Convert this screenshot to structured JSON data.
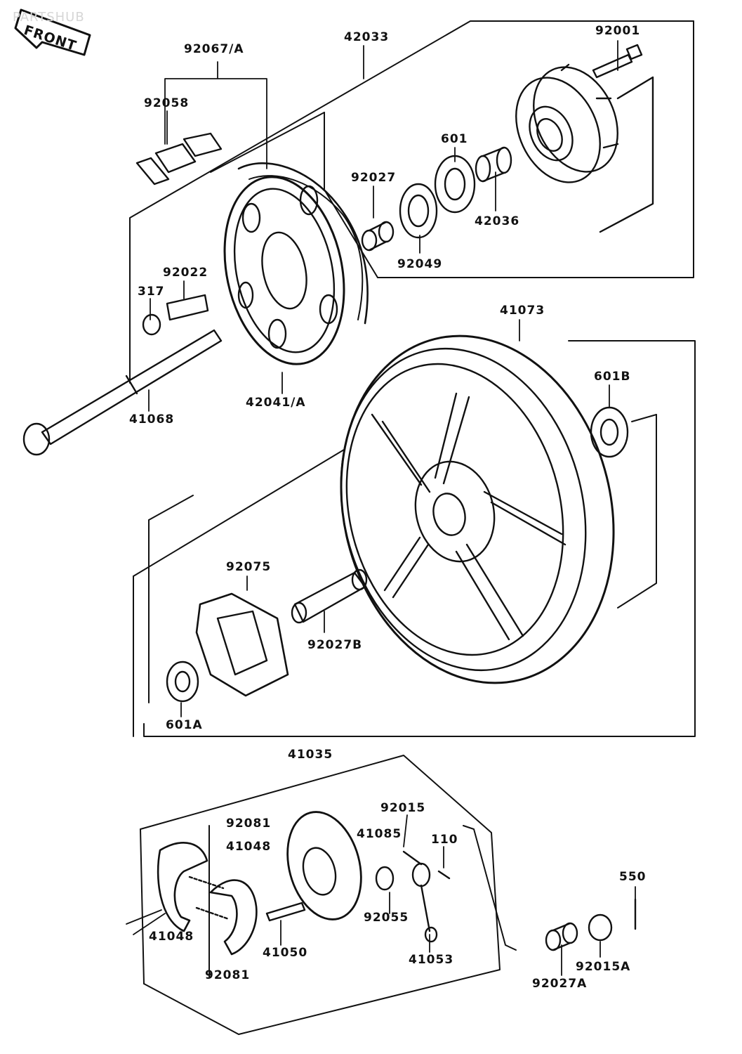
{
  "watermark": "PARTSHUB",
  "front_indicator": "FRONT",
  "parts": {
    "p92067A": "92067/A",
    "p42033": "42033",
    "p92001": "92001",
    "p92058": "92058",
    "p601": "601",
    "p92027": "92027",
    "p42036": "42036",
    "p92049": "92049",
    "p92022": "92022",
    "p317": "317",
    "p41073": "41073",
    "p41068": "41068",
    "p42041A": "42041/A",
    "p601B": "601B",
    "p92075": "92075",
    "p92027B": "92027B",
    "p601A": "601A",
    "p41035": "41035",
    "p92081a": "92081",
    "p41048a": "41048",
    "p92015": "92015",
    "p41085": "41085",
    "p110": "110",
    "p550": "550",
    "p41048b": "41048",
    "p41050": "41050",
    "p92055": "92055",
    "p41053": "41053",
    "p92081b": "92081",
    "p92015A": "92015A",
    "p92027A": "92027A"
  }
}
